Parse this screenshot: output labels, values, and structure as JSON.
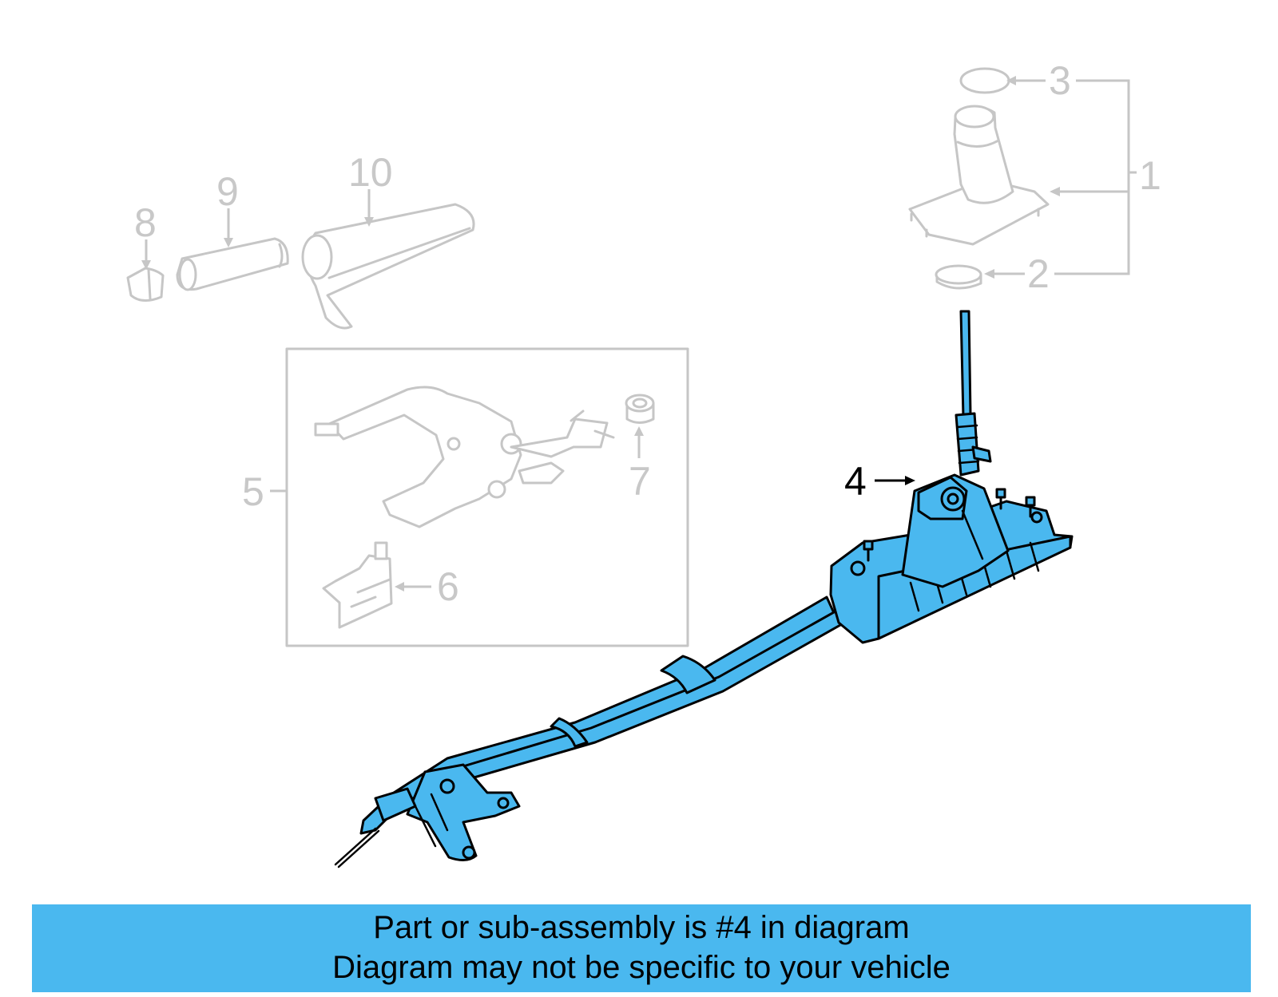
{
  "callouts": {
    "c1": "1",
    "c2": "2",
    "c3": "3",
    "c4": "4",
    "c5": "5",
    "c6": "6",
    "c7": "7",
    "c8": "8",
    "c9": "9",
    "c10": "10"
  },
  "highlighted_part": "4",
  "colors": {
    "highlight": "#4ab8ef",
    "ghost_stroke": "#c6c6c6",
    "banner": "#4ab8ef"
  },
  "banner": {
    "line1": "Part or sub-assembly is #4 in diagram",
    "line2": "Diagram may not be specific to your vehicle"
  }
}
